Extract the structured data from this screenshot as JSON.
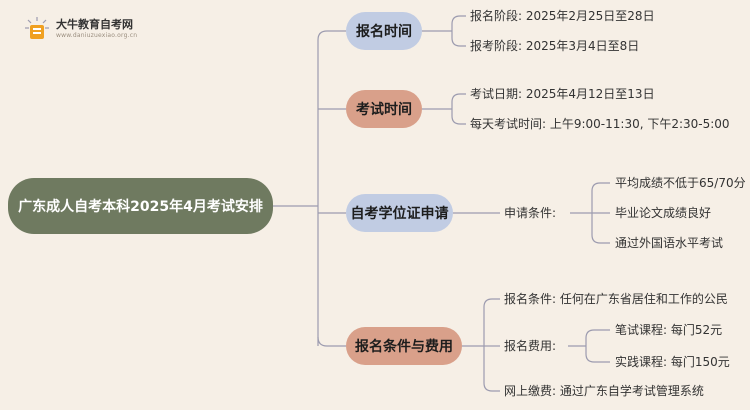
{
  "logo": {
    "icon": "book-icon",
    "title": "大牛教育自考网",
    "url": "www.daniuzuexiao.org.cn"
  },
  "root": {
    "label": "广东成人自考本科2025年4月考试安排"
  },
  "colors": {
    "root": "#6f7a60",
    "category_blue": "#c1cce3",
    "category_orange": "#d9a08a",
    "connector": "#9c9baf",
    "background": "#f6efe6"
  },
  "branches": [
    {
      "label": "报名时间",
      "color": "#c1cce3",
      "items": [
        {
          "text": "报名阶段: 2025年2月25日至28日"
        },
        {
          "text": "报考阶段: 2025年3月4日至8日"
        }
      ]
    },
    {
      "label": "考试时间",
      "color": "#d9a08a",
      "items": [
        {
          "text": "考试日期: 2025年4月12日至13日"
        },
        {
          "text": "每天考试时间: 上午9:00-11:30, 下午2:30-5:00"
        }
      ]
    },
    {
      "label": "自考学位证申请",
      "color": "#c1cce3",
      "items": [
        {
          "text": "申请条件:",
          "children": [
            "平均成绩不低于65/70分",
            "毕业论文成绩良好",
            "通过外国语水平考试"
          ]
        }
      ]
    },
    {
      "label": "报名条件与费用",
      "color": "#d9a08a",
      "items": [
        {
          "text": "报名条件: 任何在广东省居住和工作的公民"
        },
        {
          "text": "报名费用:",
          "children": [
            "笔试课程: 每门52元",
            "实践课程: 每门150元"
          ]
        },
        {
          "text": "网上缴费: 通过广东自学考试管理系统"
        }
      ]
    }
  ]
}
